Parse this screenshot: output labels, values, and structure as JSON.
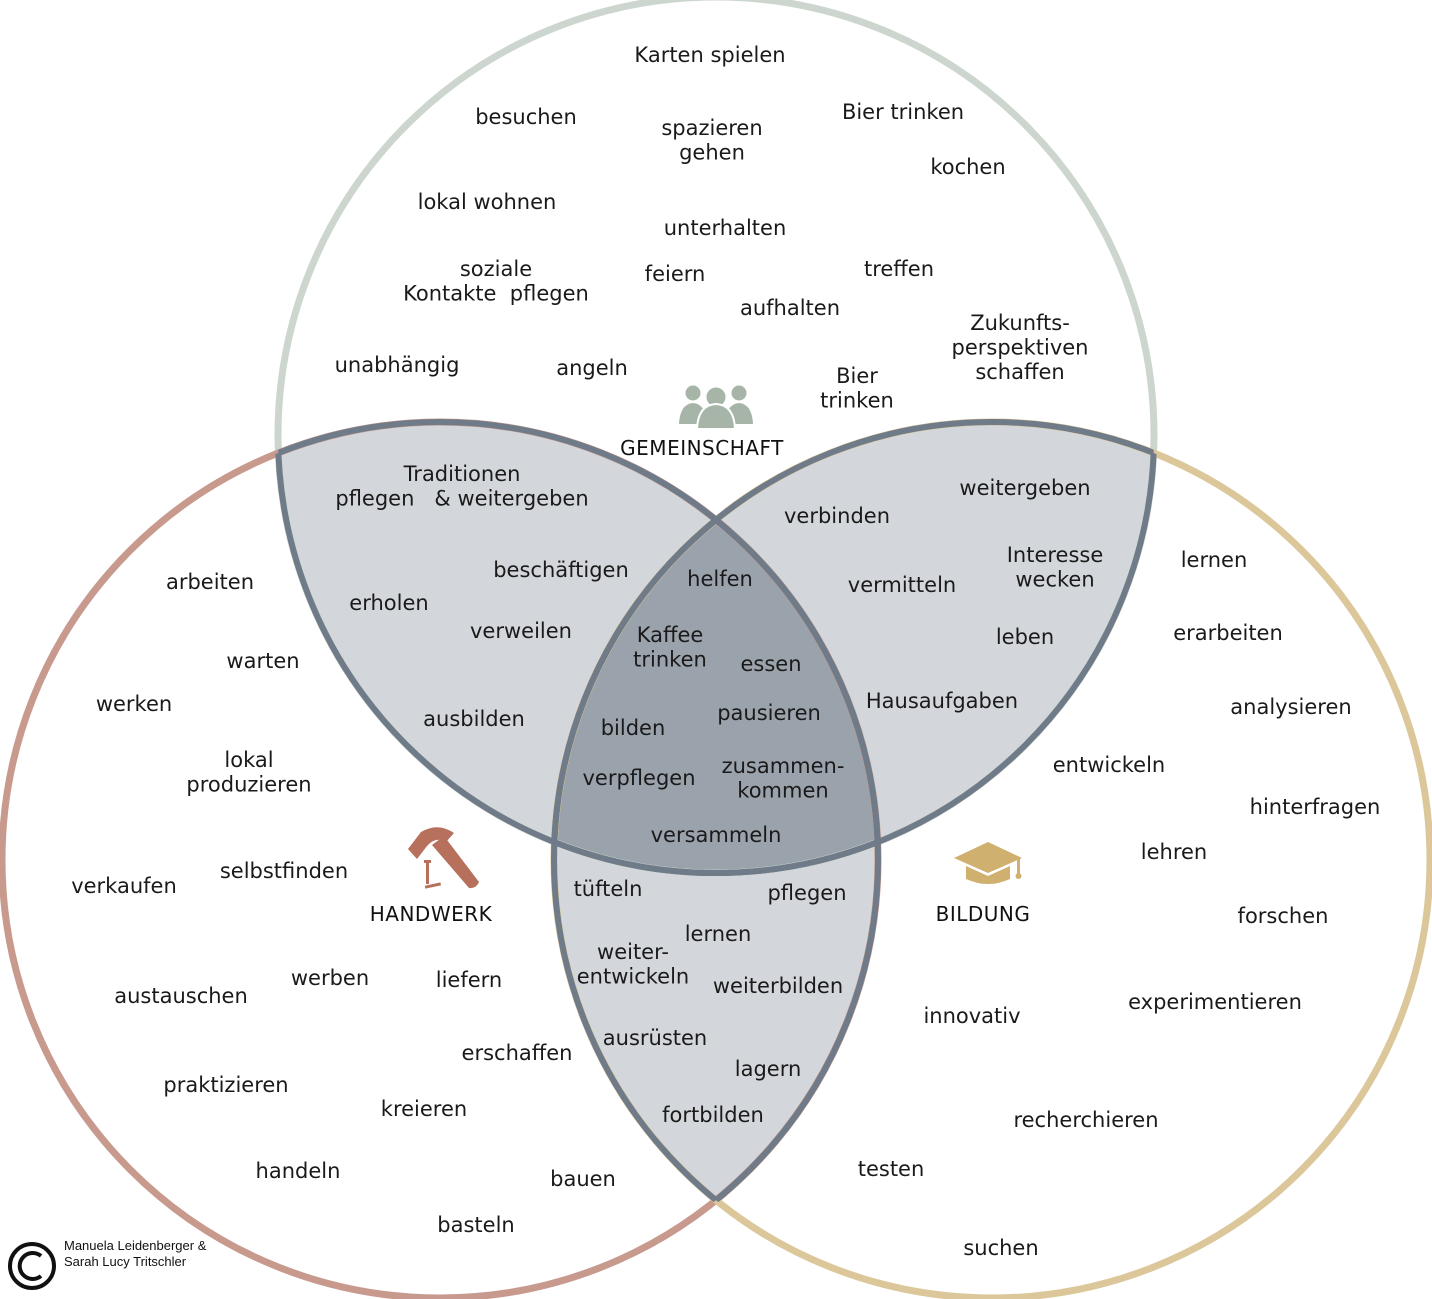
{
  "categories": {
    "community": "GEMEINSCHAFT",
    "craft": "HANDWERK",
    "education": "BILDUNG"
  },
  "colors": {
    "community": "#cdd6ce",
    "craft": "#c89a8e",
    "education": "#dcc79a",
    "pair_overlap_fill": "#d3d7db",
    "center_overlap_fill": "#9aa2ab",
    "overlap_stroke": "#6f7b88",
    "community_icon": "#a6b5a8",
    "craft_icon": "#b6705c",
    "education_icon": "#cfb06e"
  },
  "icons": {
    "community": "group-people-icon",
    "craft": "hammer-nails-icon",
    "education": "graduation-cap-icon",
    "copyright": "copyright-icon"
  },
  "words": {
    "community_only": [
      "Karten spielen",
      "besuchen",
      "spazieren\ngehen",
      "Bier trinken",
      "kochen",
      "lokal wohnen",
      "unterhalten",
      "soziale\nKontakte  pflegen",
      "feiern",
      "treffen",
      "aufhalten",
      "Zukunfts-\nperspektiven\nschaffen",
      "unabhängig",
      "angeln",
      "Bier\ntrinken"
    ],
    "community_craft": [
      "Traditionen\npflegen   & weitergeben",
      "beschäftigen",
      "erholen",
      "verweilen",
      "ausbilden"
    ],
    "community_education": [
      "weitergeben",
      "verbinden",
      "Interesse\nwecken",
      "vermitteln",
      "leben",
      "Hausaufgaben"
    ],
    "all_three": [
      "helfen",
      "Kaffee\ntrinken",
      "essen",
      "pausieren",
      "bilden",
      "zusammen-\nkommen",
      "verpflegen",
      "versammeln"
    ],
    "craft_only": [
      "arbeiten",
      "warten",
      "werken",
      "lokal\nproduzieren",
      "selbstfinden",
      "verkaufen",
      "werben",
      "liefern",
      "austauschen",
      "erschaffen",
      "praktizieren",
      "kreieren",
      "handeln",
      "bauen",
      "basteln"
    ],
    "craft_education": [
      "tüfteln",
      "pflegen",
      "lernen",
      "weiter-\nentwickeln",
      "weiterbilden",
      "ausrüsten",
      "lagern",
      "fortbilden"
    ],
    "education_only": [
      "lernen",
      "erarbeiten",
      "analysieren",
      "entwickeln",
      "hinterfragen",
      "lehren",
      "forschen",
      "experimentieren",
      "innovativ",
      "recherchieren",
      "testen",
      "suchen"
    ]
  },
  "copyright": {
    "line1": "Manuela Leidenberger &",
    "line2": "Sarah Lucy Tritschler"
  }
}
